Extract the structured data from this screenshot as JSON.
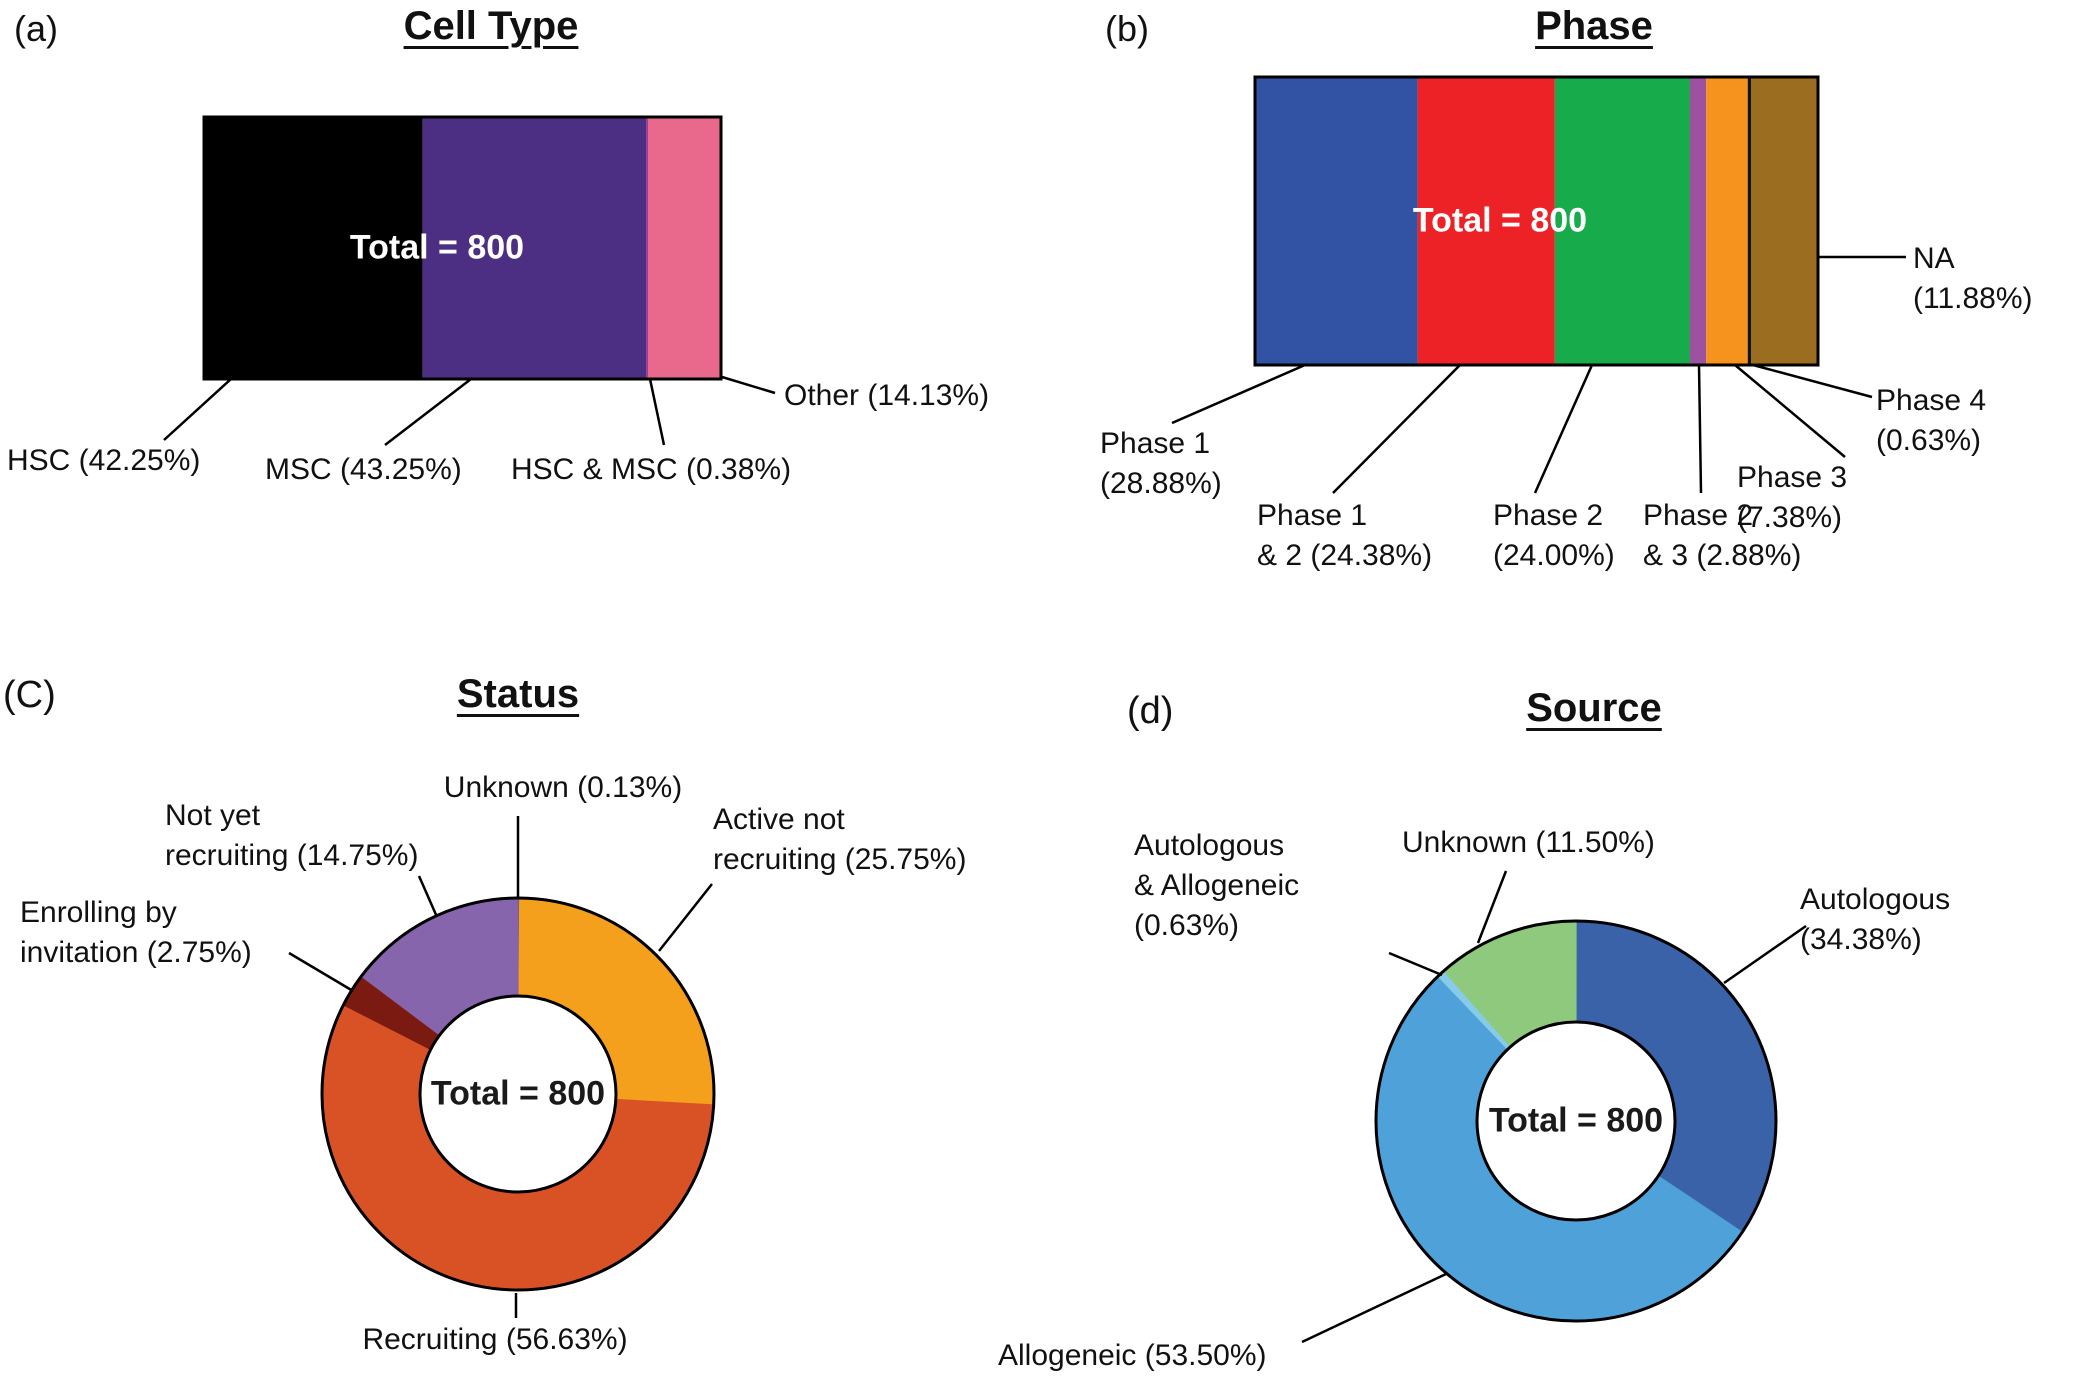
{
  "chart_data": [
    {
      "id": "a",
      "tag": "(a)",
      "title": "Cell Type",
      "type": "stacked_bar",
      "total": 800,
      "total_label": "Total = 800",
      "slices": [
        {
          "name": "HSC",
          "pct": 42.25,
          "color": "#000000",
          "callout": "HSC (42.25%)"
        },
        {
          "name": "MSC",
          "pct": 43.25,
          "color": "#4C2E82",
          "callout": "MSC (43.25%)"
        },
        {
          "name": "HSC & MSC",
          "pct": 0.38,
          "color": "#9B3D96",
          "callout": "HSC & MSC (0.38%)"
        },
        {
          "name": "Other",
          "pct": 14.13,
          "color": "#E8698C",
          "callout": "Other (14.13%)"
        }
      ]
    },
    {
      "id": "b",
      "tag": "(b)",
      "title": "Phase",
      "type": "stacked_bar",
      "total": 800,
      "total_label": "Total = 800",
      "slices": [
        {
          "name": "Phase 1",
          "pct": 28.88,
          "color": "#3253A4",
          "callout": "Phase 1\n(28.88%)"
        },
        {
          "name": "Phase 1 & 2",
          "pct": 24.38,
          "color": "#EC2227",
          "callout": "Phase 1\n& 2 (24.38%)"
        },
        {
          "name": "Phase 2",
          "pct": 24.0,
          "color": "#18AB4B",
          "callout": "Phase 2\n(24.00%)"
        },
        {
          "name": "Phase 2 & 3",
          "pct": 2.88,
          "color": "#9C52A0",
          "callout": "Phase 2\n& 3 (2.88%)"
        },
        {
          "name": "Phase 3",
          "pct": 7.38,
          "color": "#F6921E",
          "callout": "Phase 3\n(7.38%)"
        },
        {
          "name": "Phase 4",
          "pct": 0.63,
          "color": "#141414",
          "callout": "Phase 4\n(0.63%)"
        },
        {
          "name": "NA",
          "pct": 11.88,
          "color": "#9A6D20",
          "callout": "NA (11.88%)"
        }
      ]
    },
    {
      "id": "c",
      "tag": "(C)",
      "title": "Status",
      "type": "donut",
      "total": 800,
      "total_label": "Total = 800",
      "slices": [
        {
          "name": "Unknown",
          "pct": 0.13,
          "color": "#555555",
          "callout": "Unknown (0.13%)"
        },
        {
          "name": "Active not recruiting",
          "pct": 25.75,
          "color": "#F5A01D",
          "callout": "Active not\nrecruiting (25.75%)"
        },
        {
          "name": "Recruiting",
          "pct": 56.63,
          "color": "#D95226",
          "callout": "Recruiting (56.63%)"
        },
        {
          "name": "Enrolling by invitation",
          "pct": 2.75,
          "color": "#7A1A10",
          "callout": "Enrolling by\ninvitation (2.75%)"
        },
        {
          "name": "Not yet recruiting",
          "pct": 14.75,
          "color": "#8765AC",
          "callout": "Not yet\nrecruiting (14.75%)"
        }
      ]
    },
    {
      "id": "d",
      "tag": "(d)",
      "title": "Source",
      "type": "donut",
      "total": 800,
      "total_label": "Total = 800",
      "slices": [
        {
          "name": "Autologous",
          "pct": 34.38,
          "color": "#3A62A8",
          "callout": "Autologous (34.38%)"
        },
        {
          "name": "Allogeneic",
          "pct": 53.5,
          "color": "#4FA2D9",
          "callout": "Allogeneic (53.50%)"
        },
        {
          "name": "Autologous & Allogeneic",
          "pct": 0.63,
          "color": "#86CBEA",
          "callout": "Autologous\n& Allogeneic\n(0.63%)"
        },
        {
          "name": "Unknown",
          "pct": 11.5,
          "color": "#8FC97D",
          "callout": "Unknown (11.50%)"
        }
      ]
    }
  ]
}
